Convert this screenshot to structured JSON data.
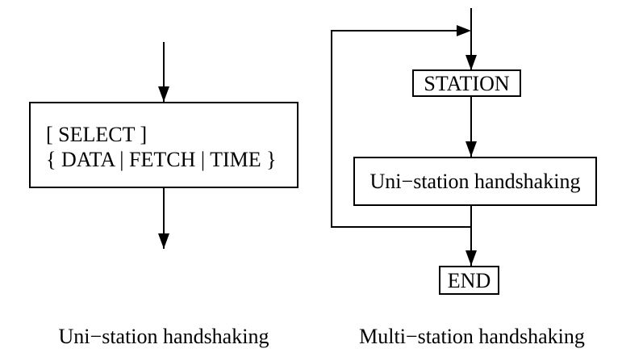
{
  "colors": {
    "ink": "#000000",
    "paper": "#ffffff"
  },
  "left_diagram": {
    "box_line1": "[ SELECT ]",
    "box_line2": "{ DATA | FETCH | TIME }",
    "caption": "Uni−station handshaking"
  },
  "right_diagram": {
    "station_label": "STATION",
    "process_label": "Uni−station handshaking",
    "end_label": "END",
    "caption": "Multi−station handshaking"
  }
}
